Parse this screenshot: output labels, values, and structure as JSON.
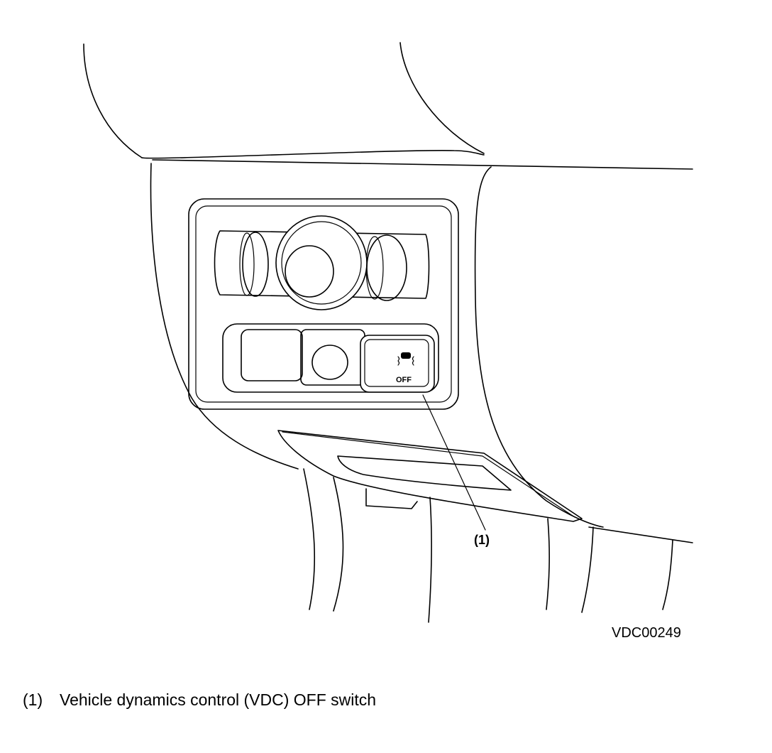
{
  "diagram": {
    "callouts": [
      {
        "number": "(1)",
        "description": "Vehicle dynamics control (VDC) OFF switch"
      }
    ],
    "figure_id": "VDC00249",
    "switch_label": "OFF",
    "icons": [
      "vdc-off-icon"
    ]
  }
}
